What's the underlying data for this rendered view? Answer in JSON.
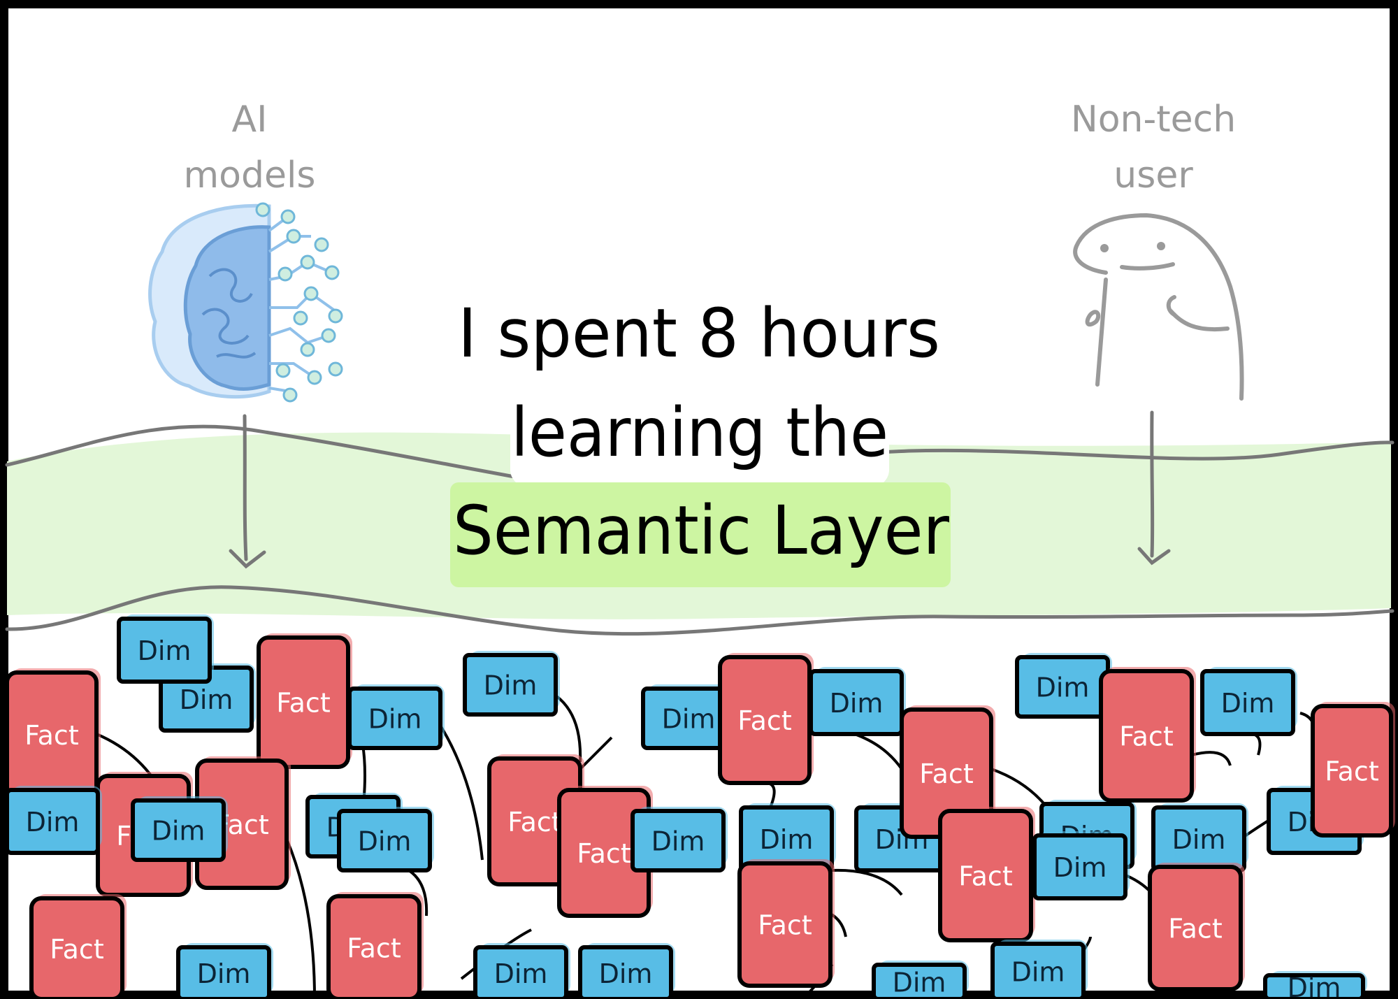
{
  "labels": {
    "ai_models_line1": "AI",
    "ai_models_line2": "models",
    "non_tech_line1": "Non-tech",
    "non_tech_line2": "user"
  },
  "headline": {
    "line1": "I spent 8 hours",
    "line2": "learning the",
    "line3": "Semantic Layer"
  },
  "table_labels": {
    "fact": "Fact",
    "dim": "Dim"
  },
  "colors": {
    "frame": "#000000",
    "muted_text": "#9a9a9a",
    "band": "#e3f7d8",
    "highlight": "#cdf5a2",
    "fact": "#e7676b",
    "dim": "#58bde6",
    "brain": "#9fc8ef",
    "figure": "#9a9a9a"
  },
  "icons": {
    "ai": "brain-circuit-icon",
    "user": "person-thumbs-up-icon"
  }
}
